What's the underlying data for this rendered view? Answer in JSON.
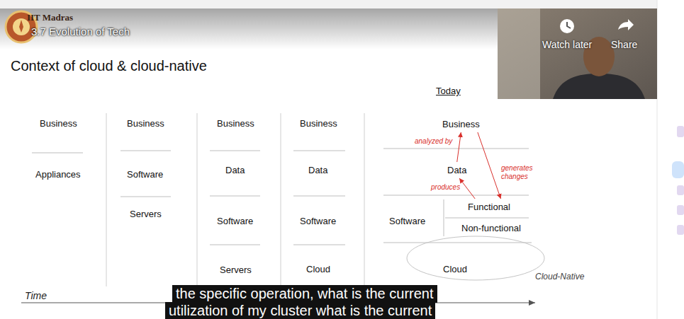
{
  "diagram": {
    "title": "Context of cloud & cloud-native",
    "nodes": [
      {
        "text": [
          "Business"
        ]
      },
      {
        "text": [
          "Appliances"
        ]
      },
      {
        "text": [
          "Business"
        ]
      },
      {
        "text": [
          "Software"
        ]
      },
      {
        "text": [
          "Servers"
        ]
      },
      {
        "text": [
          "Business"
        ]
      },
      {
        "text": [
          "Data"
        ]
      },
      {
        "text": [
          "Software"
        ]
      },
      {
        "text": [
          "Servers"
        ]
      },
      {
        "text": [
          "Business"
        ]
      },
      {
        "text": [
          "Data"
        ]
      },
      {
        "text": [
          "Software"
        ]
      },
      {
        "text": [
          "Cloud"
        ]
      },
      {
        "text": [
          "Business"
        ]
      },
      {
        "text": [
          "Data"
        ]
      },
      {
        "text": [
          "Software"
        ]
      },
      {
        "text": [
          "Functional"
        ]
      },
      {
        "text": [
          "Non-functional"
        ]
      },
      {
        "text": [
          "Cloud-Native"
        ]
      },
      {
        "text": [
          "Cloud"
        ],
        "in": 18
      }
    ],
    "edges": [
      {
        "from": 14,
        "to": 13,
        "label": "analyzed by",
        "arrow": "to"
      },
      {
        "from": 16,
        "to": 14,
        "label": "produces",
        "arrow": "to"
      },
      {
        "from": 13,
        "to": 16,
        "label": "generates changes",
        "arrow": "to"
      }
    ],
    "labels": [
      "IIT Madras",
      "3.7 Evolution of Tech",
      "Watch later",
      "Share",
      "Today",
      "Time",
      "the specific operation, what is the current",
      "utilization of my cluster what is the current"
    ]
  }
}
